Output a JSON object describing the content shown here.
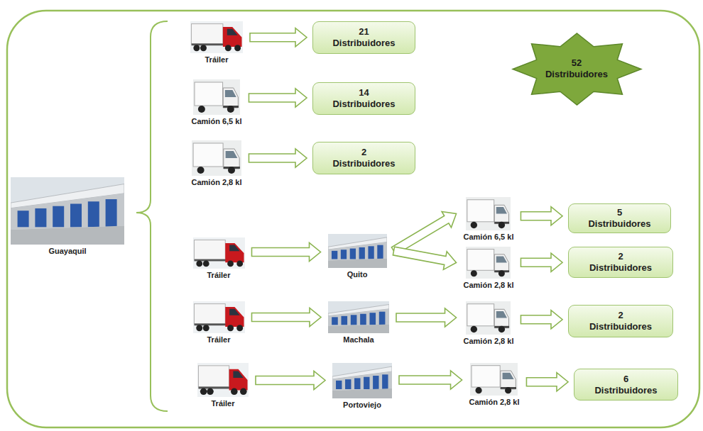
{
  "diagram": {
    "nodes": [
      {
        "text": [
          "Guayaquil"
        ]
      },
      {
        "text": [
          "Tráiler"
        ]
      },
      {
        "text": [
          "21 Distribuidores"
        ]
      },
      {
        "text": [
          "52 Distribuidores"
        ]
      },
      {
        "text": [
          "Camión 6,5 kl"
        ]
      },
      {
        "text": [
          "14 Distribuidores"
        ]
      },
      {
        "text": [
          "Camión 2,8 kl"
        ]
      },
      {
        "text": [
          "2 Distribuidores"
        ]
      },
      {
        "text": [
          "Tráiler"
        ]
      },
      {
        "text": [
          "Quito"
        ]
      },
      {
        "text": [
          "Camión 6,5 kl"
        ]
      },
      {
        "text": [
          "5 Distribuidores"
        ]
      },
      {
        "text": [
          "Camión 2,8 kl"
        ]
      },
      {
        "text": [
          "2 Distribuidores"
        ]
      },
      {
        "text": [
          "Tráiler"
        ]
      },
      {
        "text": [
          "Machala"
        ]
      },
      {
        "text": [
          "Camión 2,8 kl"
        ]
      },
      {
        "text": [
          "2 Distribuidores"
        ]
      },
      {
        "text": [
          "Tráiler"
        ]
      },
      {
        "text": [
          "Portoviejo"
        ]
      },
      {
        "text": [
          "Camión 2,8 kl"
        ]
      },
      {
        "text": [
          "6 Distribuidores"
        ]
      }
    ],
    "edges": [
      {
        "from": 1,
        "to": 2,
        "arrow": "to"
      },
      {
        "from": 4,
        "to": 5,
        "arrow": "to"
      },
      {
        "from": 6,
        "to": 7,
        "arrow": "to"
      },
      {
        "from": 8,
        "to": 9,
        "arrow": "to"
      },
      {
        "from": 9,
        "to": 10,
        "arrow": "to"
      },
      {
        "from": 9,
        "to": 12,
        "arrow": "to"
      },
      {
        "from": 10,
        "to": 11,
        "arrow": "to"
      },
      {
        "from": 12,
        "to": 13,
        "arrow": "to"
      },
      {
        "from": 14,
        "to": 15,
        "arrow": "to"
      },
      {
        "from": 15,
        "to": 16,
        "arrow": "to"
      },
      {
        "from": 16,
        "to": 17,
        "arrow": "to"
      },
      {
        "from": 18,
        "to": 19,
        "arrow": "to"
      },
      {
        "from": 19,
        "to": 20,
        "arrow": "to"
      },
      {
        "from": 20,
        "to": 21,
        "arrow": "to"
      }
    ]
  }
}
